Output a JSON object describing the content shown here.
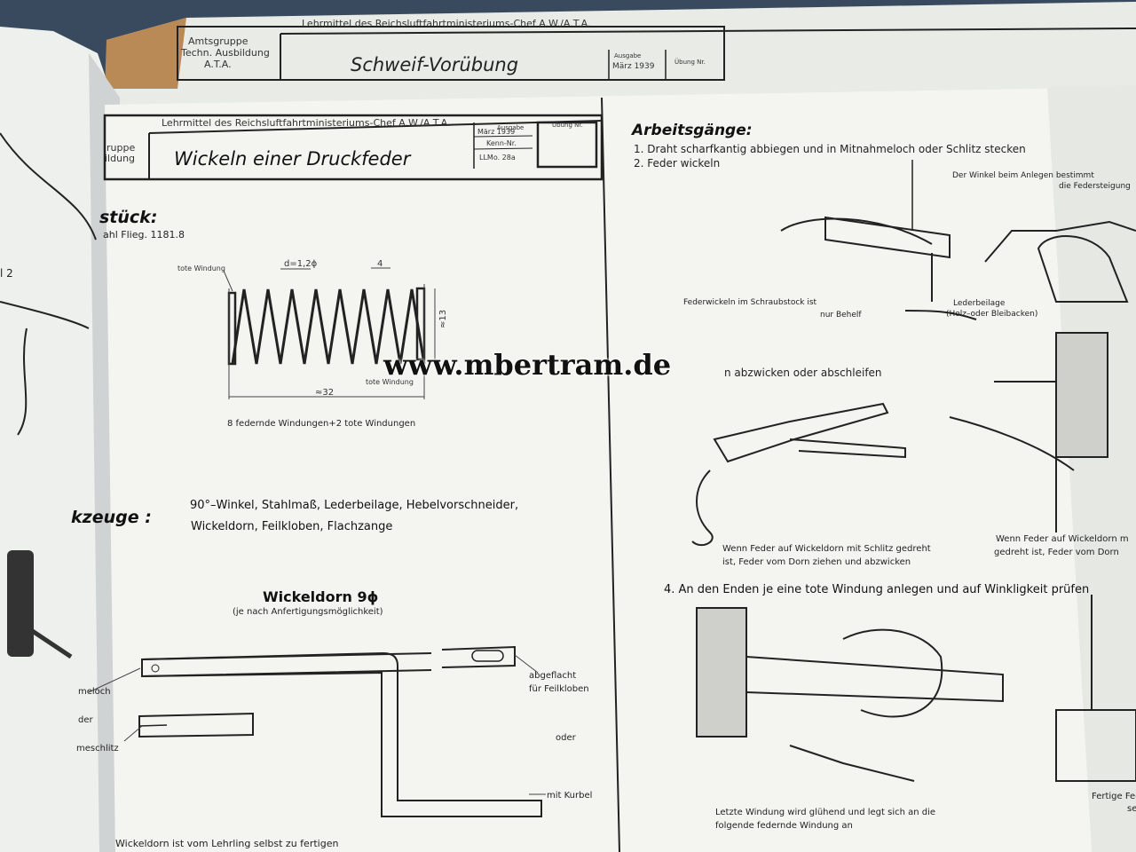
{
  "back_sheet": {
    "header": "Lehrmittel des Reichsluftfahrtministeriums-Chef A.W./A.T.A.",
    "org_line1": "Amtsgruppe",
    "org_line2": "Techn. Ausbildung",
    "org_line3": "A.T.A.",
    "title": "Schweif-Vorübung",
    "ausgabe_label": "Ausgabe",
    "ausgabe_value": "März 1939",
    "uebung_label": "Übung Nr."
  },
  "sheet": {
    "header": "Lehrmittel des Reichsluftfahrtministeriums-Chef A.W./A.T.A.",
    "org_fragment1": "ruppe",
    "org_fragment2": "ildung",
    "title": "Wickeln einer Druckfeder",
    "ausgabe_label": "Ausgabe",
    "ausgabe_value": "März 1939",
    "kenn_label": "Kenn-Nr.",
    "kenn_value": "LLMo. 28a",
    "uebung_label": "Übung Nr."
  },
  "left_panel": {
    "werkstueck_heading": "stück:",
    "material": "ahl  Flieg. 1181.8",
    "spring": {
      "tote_windung_top": "tote Windung",
      "diameter": "d=1,2ϕ",
      "pitch": "4",
      "height": "≈13",
      "length": "≈32",
      "tote_windung_bottom": "tote Windung",
      "caption": "8 federnde Windungen+2 tote Windungen"
    },
    "werkzeuge_heading": "kzeuge :",
    "tools_line1": "90°–Winkel, Stahlmaß, Lederbeilage,  Hebelvorschneider,",
    "tools_line2": "Wickeldorn,  Feilkloben,  Flachzange",
    "mandrel": {
      "title": "Wickeldorn 9ϕ",
      "subtitle": "(je nach Anfertigungsmöglichkeit)",
      "label_loch": "meloch",
      "label_der": "der",
      "label_schlitz": "meschlitz",
      "label_abgeflacht": "abgeflacht",
      "label_feilkloben": "für Feilkloben",
      "label_oder": "oder",
      "label_kurbel": "mit Kurbel",
      "footer": "Wickeldorn ist vom Lehrling selbst zu fertigen"
    },
    "page_fragment": "l 2"
  },
  "right_panel": {
    "heading": "Arbeitsgänge:",
    "step1": "1.  Draht scharfkantig abbiegen und in Mitnahmeloch oder Schlitz  stecken",
    "step2": "2.  Feder wickeln",
    "winkel_note1": "Der Winkel beim Anlegen bestimmt",
    "winkel_note2": "die Federsteigung",
    "schraubstock1": "Federwickeln im Schraubstock ist",
    "schraubstock2": "nur Behelf",
    "lederbeilage1": "Lederbeilage",
    "lederbeilage2": "(Holz–oder Bleibacken)",
    "step3_fragment": "n  abzwicken  oder  abschleifen",
    "wenn_feder1": "Wenn Feder auf Wickeldorn mit Schlitz gedreht",
    "wenn_feder2": "ist, Feder vom Dorn ziehen und abzwicken",
    "wenn_feder3": "Wenn Feder auf Wickeldorn m",
    "wenn_feder4": "gedreht ist, Feder vom Dorn",
    "step4": "4.  An den Enden je eine tote Windung  anlegen  und  auf  Winkligkeit  prüfen",
    "letzte1": "Letzte Windung wird glühend und legt sich an die",
    "letzte2": "folgende federnde Windung an",
    "fertige1": "Fertige Feder",
    "fertige2": "se"
  },
  "watermark": "www.mbertram.de"
}
